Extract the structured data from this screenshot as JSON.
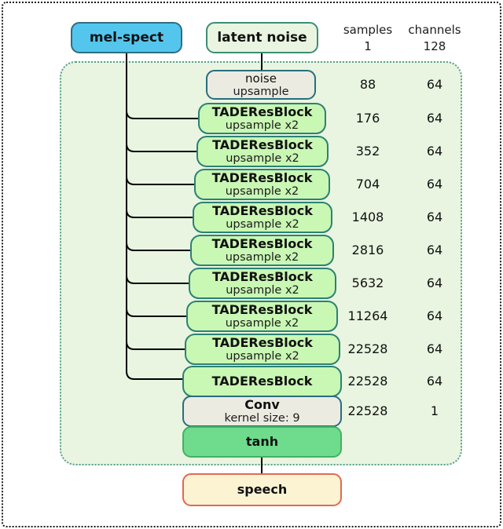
{
  "header": {
    "samples_label": "samples",
    "channels_label": "channels",
    "samples_value": "1",
    "channels_value": "128"
  },
  "inputs": {
    "mel_spect": "mel-spect",
    "latent_noise": "latent noise"
  },
  "rows": [
    {
      "title": "noise",
      "subtitle": "upsample",
      "samples": "88",
      "channels": "64"
    },
    {
      "title": "TADEResBlock",
      "subtitle": "upsample x2",
      "samples": "176",
      "channels": "64"
    },
    {
      "title": "TADEResBlock",
      "subtitle": "upsample x2",
      "samples": "352",
      "channels": "64"
    },
    {
      "title": "TADEResBlock",
      "subtitle": "upsample x2",
      "samples": "704",
      "channels": "64"
    },
    {
      "title": "TADEResBlock",
      "subtitle": "upsample x2",
      "samples": "1408",
      "channels": "64"
    },
    {
      "title": "TADEResBlock",
      "subtitle": "upsample x2",
      "samples": "2816",
      "channels": "64"
    },
    {
      "title": "TADEResBlock",
      "subtitle": "upsample x2",
      "samples": "5632",
      "channels": "64"
    },
    {
      "title": "TADEResBlock",
      "subtitle": "upsample x2",
      "samples": "11264",
      "channels": "64"
    },
    {
      "title": "TADEResBlock",
      "subtitle": "upsample x2",
      "samples": "22528",
      "channels": "64"
    },
    {
      "title": "TADEResBlock",
      "subtitle": "",
      "samples": "22528",
      "channels": "64"
    },
    {
      "title": "Conv",
      "subtitle": "kernel size: 9",
      "samples": "22528",
      "channels": "1"
    },
    {
      "title": "tanh",
      "subtitle": "",
      "samples": "",
      "channels": ""
    }
  ],
  "output": {
    "speech_label": "speech"
  },
  "colors": {
    "mel_spect_fill": "#54c6ee",
    "block_green_fill": "#c9f7b4",
    "container_fill": "#e9f5e0",
    "grey_fill": "#ebebe2",
    "tanh_fill": "#6edc8c",
    "speech_fill": "#fcf3d3",
    "speech_border": "#e26952",
    "teal_border": "#2b8174",
    "wire_color": "#000000"
  }
}
